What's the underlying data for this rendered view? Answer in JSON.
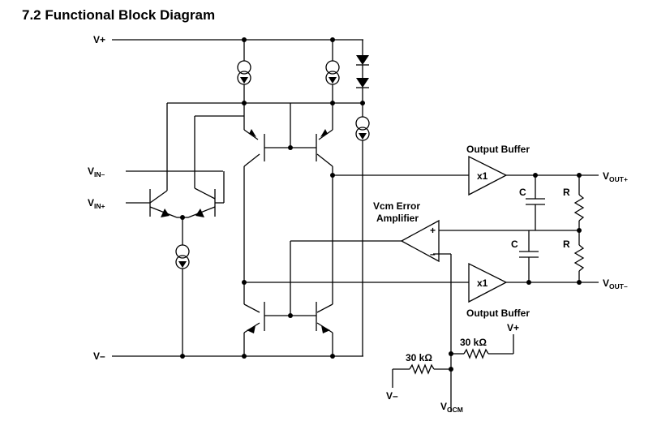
{
  "title": "7.2 Functional Block Diagram",
  "labels": {
    "vplus_top": "V+",
    "vminus_left": "V–",
    "vin_minus_main": "V",
    "vin_minus_sub": "IN–",
    "vin_plus_main": "V",
    "vin_plus_sub": "IN+",
    "output_buffer_top": "Output Buffer",
    "output_buffer_bottom": "Output Buffer",
    "x1_top": "x1",
    "x1_bottom": "x1",
    "vcm_line1": "Vcm Error",
    "vcm_line2": "Amplifier",
    "plus_sign": "+",
    "minus_sign": "–",
    "cap_top": "C",
    "cap_bottom": "C",
    "res_top": "R",
    "res_bottom": "R",
    "vout_plus_main": "V",
    "vout_plus_sub": "OUT+",
    "vout_minus_main": "V",
    "vout_minus_sub": "OUT–",
    "res_30k_left": "30 kΩ",
    "res_30k_right": "30 kΩ",
    "vplus_right": "V+",
    "vminus_bottom": "V–",
    "vocm_main": "V",
    "vocm_sub": "OCM"
  }
}
